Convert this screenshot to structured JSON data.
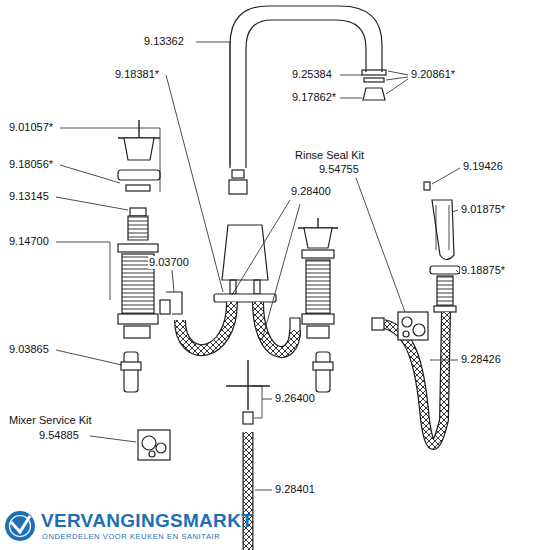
{
  "diagram": {
    "labels": [
      "9.13362",
      "9.18381*",
      "9.25384",
      "9.20861*",
      "9.17862*",
      "9.01057*",
      "9.18056*",
      "9.13145",
      "9.14700",
      "9.03700",
      "9.28400",
      "Rinse Seal Kit",
      "9.54755",
      "9.19426",
      "9.01875*",
      "9.18875*",
      "9.03865",
      "9.26400",
      "9.28426",
      "Mixer Service Kit",
      "9.54885",
      "9.28401",
      "VERVANGINGSMARKT",
      "ONDERDELEN VOOR KEUKEN EN SANITAIR"
    ]
  }
}
